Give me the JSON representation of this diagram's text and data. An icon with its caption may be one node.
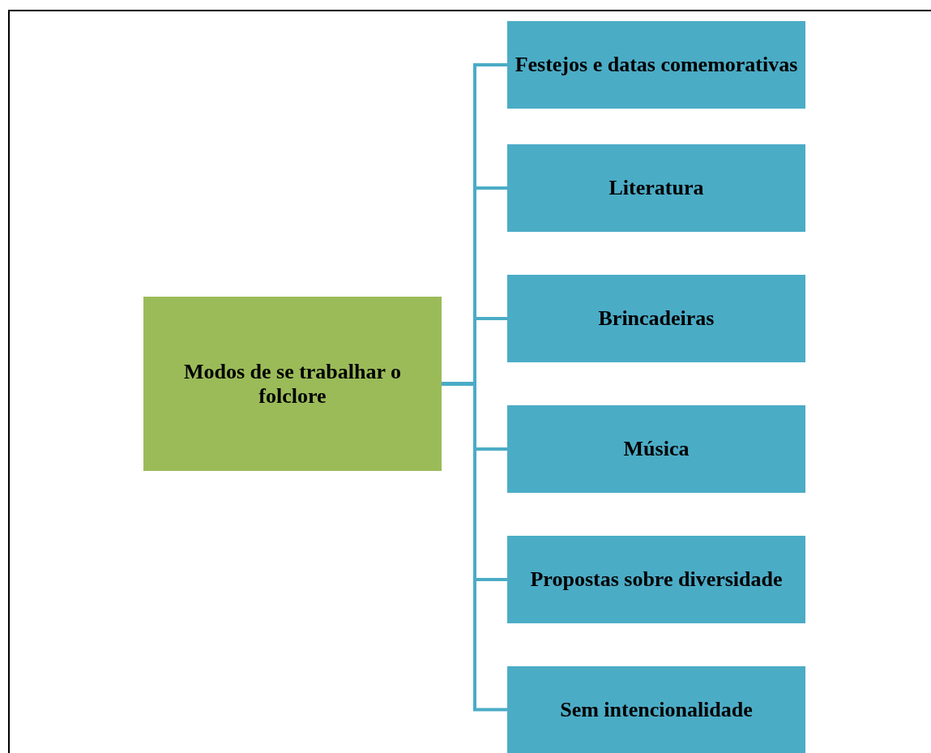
{
  "diagram": {
    "nodes": [
      {
        "text": [
          "Modos de se trabalhar o folclore"
        ]
      },
      {
        "text": [
          "Festejos e datas comemorativas"
        ]
      },
      {
        "text": [
          "Literatura"
        ]
      },
      {
        "text": [
          "Brincadeiras"
        ]
      },
      {
        "text": [
          "Música"
        ]
      },
      {
        "text": [
          "Propostas sobre diversidade"
        ]
      },
      {
        "text": [
          "Sem intencionalidade"
        ]
      }
    ],
    "edges": [
      {
        "from": 0,
        "to": 1,
        "arrow": "none"
      },
      {
        "from": 0,
        "to": 2,
        "arrow": "none"
      },
      {
        "from": 0,
        "to": 3,
        "arrow": "none"
      },
      {
        "from": 0,
        "to": 4,
        "arrow": "none"
      },
      {
        "from": 0,
        "to": 5,
        "arrow": "none"
      },
      {
        "from": 0,
        "to": 6,
        "arrow": "none"
      }
    ]
  }
}
